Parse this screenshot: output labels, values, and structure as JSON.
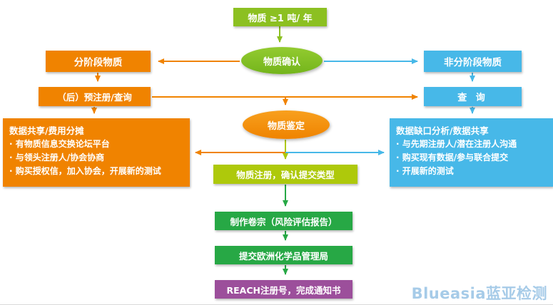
{
  "colors": {
    "orange": "#F08300",
    "blue": "#47B8E8",
    "green": "#8CC021",
    "yellow_green": "#AEC90B",
    "dark_green": "#27A845",
    "purple": "#9C4F9B",
    "watermark_blue": "#A6CBE8"
  },
  "flowchart": {
    "top_box": "物质 ≥1 吨/ 年",
    "confirm": "物质确认",
    "phase_in": "分阶段物质",
    "non_phase_in": "非分阶段物质",
    "pre_register": "（后）预注册/查询",
    "inquiry": "查 询",
    "identify": "物质鉴定",
    "register": "物质注册，确认提交类型",
    "dossier": "制作卷宗（风险评估报告）",
    "submit": "提交欧洲化学品管理局",
    "reach": "REACH注册号，完成通知书",
    "left_panel": {
      "title": "数据共享/费用分摊",
      "bullets": [
        "有物质信息交换论坛平台",
        "与领头注册人/协会协商",
        "购买授权信，加入协会，开展新的测试"
      ]
    },
    "right_panel": {
      "title": "数据缺口分析/数据共享",
      "bullets": [
        "与先期注册人/潜在注册人沟通",
        "购买现有数据/参与联合提交",
        "开展新的测试"
      ]
    }
  },
  "watermark": "Blueasia蓝亚检测"
}
